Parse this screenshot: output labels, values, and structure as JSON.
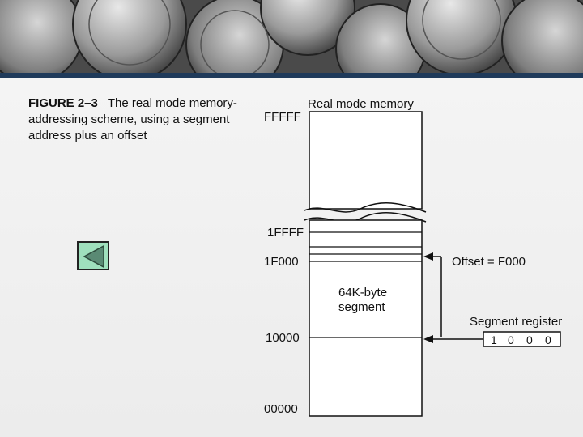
{
  "caption": {
    "figure_label": "FIGURE 2–3",
    "text": "The real mode memory-addressing scheme, using a segment address plus an offset"
  },
  "diagram": {
    "title": "Real mode memory",
    "addresses": {
      "top": "FFFFF",
      "a1ffff": "1FFFF",
      "a1f000": "1F000",
      "a10000": "10000",
      "bottom": "00000"
    },
    "segment_label_line1": "64K-byte",
    "segment_label_line2": "segment",
    "offset_label": "Offset = F000",
    "segment_register_label": "Segment register",
    "segment_register_digits": [
      "1",
      "0",
      "0",
      "0"
    ]
  },
  "nav": {
    "back_icon": "triangle-left-icon"
  },
  "colors": {
    "back_button": "#9fe0bd",
    "banner_rule": "#1f3a5a"
  }
}
